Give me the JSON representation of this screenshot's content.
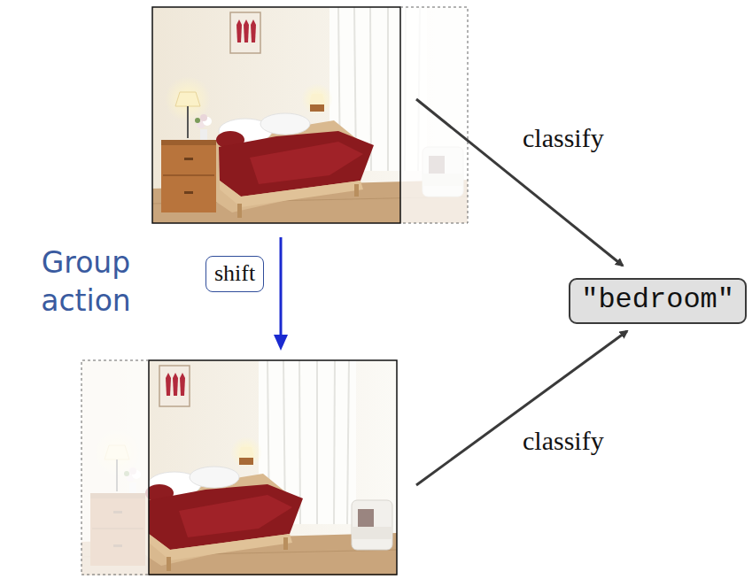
{
  "diagram": {
    "nodes": [
      {
        "text": [
          "shift"
        ]
      },
      {
        "text": [
          "\"bedroom\""
        ]
      }
    ],
    "labels": [
      "Group action",
      "classify",
      "classify"
    ]
  }
}
